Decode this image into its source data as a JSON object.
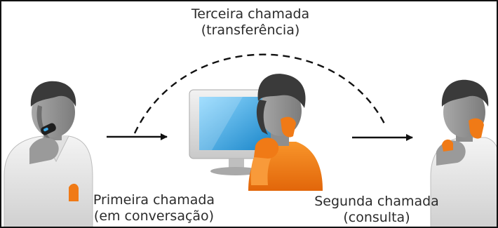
{
  "labels": {
    "third_call": {
      "line1": "Terceira chamada",
      "line2": "(transferência)"
    },
    "first_call": {
      "line1": "Primeira chamada",
      "line2": "(em conversação)"
    },
    "second_call": {
      "line1": "Segunda chamada",
      "line2": "(consulta)"
    }
  },
  "colors": {
    "agent_shirt": "#f07a16",
    "phone_accent": "#f07a16",
    "screen": "#2aa6e6",
    "skin_gray": "#8c8c8c",
    "hair": "#3a3a3a",
    "line": "#111111"
  },
  "icons": {
    "caller": "person-on-phone-icon",
    "agent": "agent-at-computer-icon",
    "consultant": "person-on-phone-icon"
  }
}
